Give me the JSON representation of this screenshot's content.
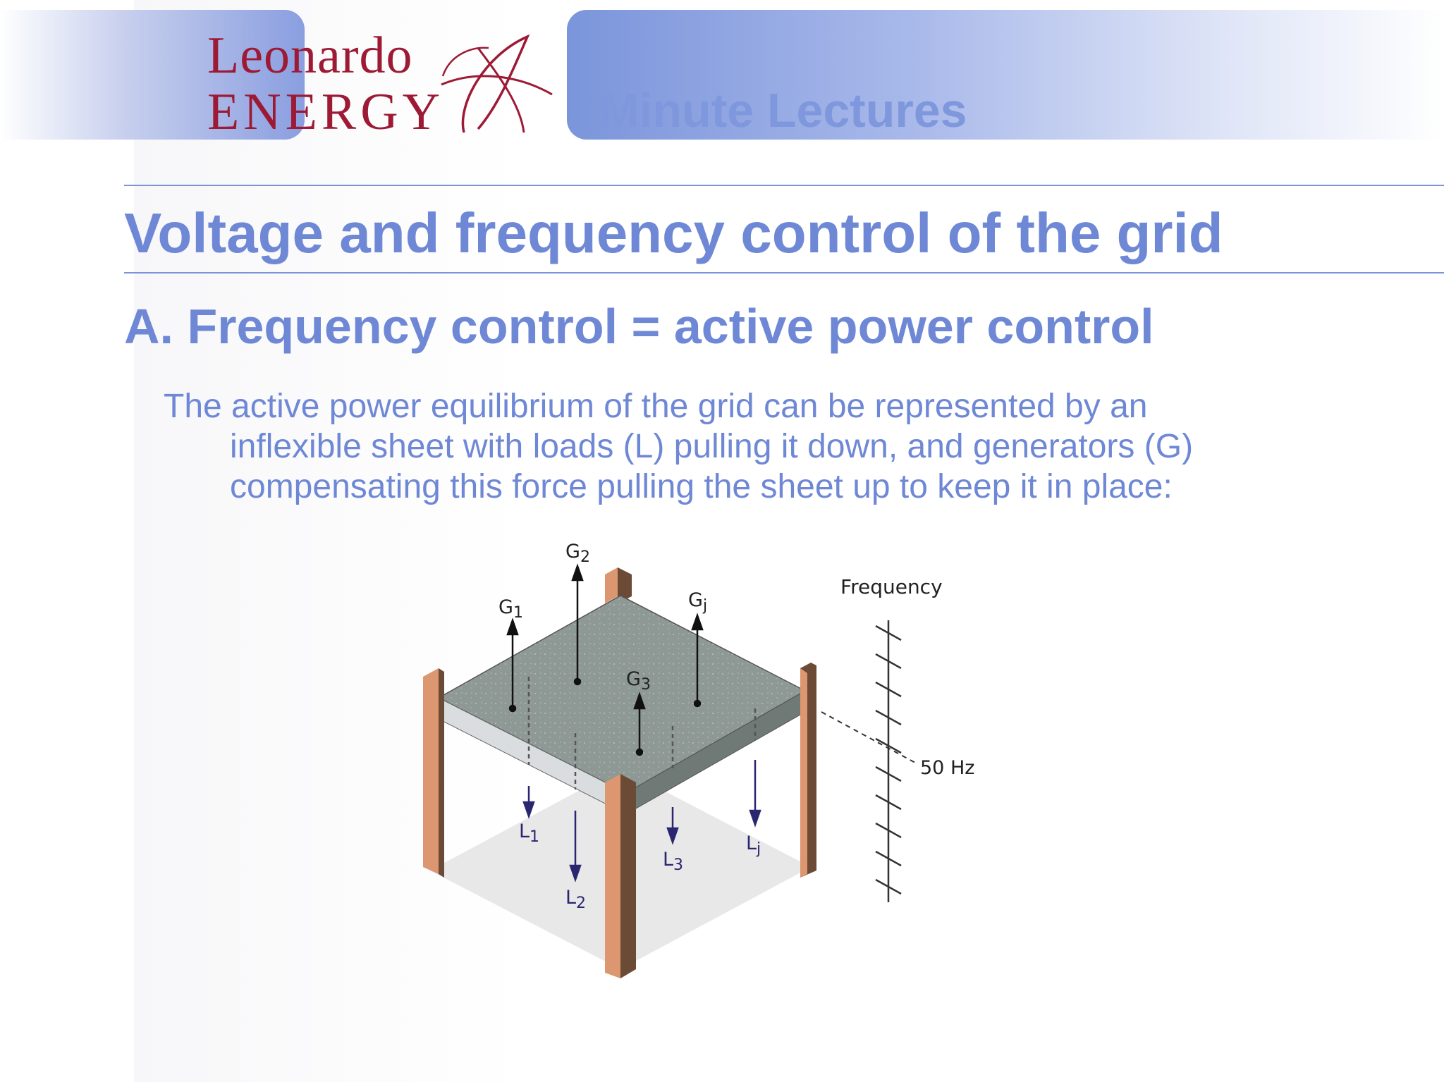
{
  "header": {
    "logo_line1": "Leonardo",
    "logo_line2": "ENERGY",
    "band_title": "Minute Lectures"
  },
  "slide": {
    "title": "Voltage and frequency control of the grid",
    "subtitle": "A. Frequency control = active power control",
    "body_lines": [
      "The active power equilibrium of the grid can be represented by an",
      "inflexible sheet with loads (L) pulling it down, and generators (G)",
      "compensating this force pulling the sheet up to keep it in place:"
    ]
  },
  "diagram": {
    "generators": [
      {
        "base": "G",
        "sub": "1"
      },
      {
        "base": "G",
        "sub": "2"
      },
      {
        "base": "G",
        "sub": "3"
      },
      {
        "base": "G",
        "sub": "j"
      }
    ],
    "loads": [
      {
        "base": "L",
        "sub": "1"
      },
      {
        "base": "L",
        "sub": "2"
      },
      {
        "base": "L",
        "sub": "3"
      },
      {
        "base": "L",
        "sub": "j"
      }
    ],
    "frequency_label": "Frequency",
    "frequency_value": "50 Hz"
  },
  "colors": {
    "title_blue": "#6f88d6",
    "logo_red": "#9d1a35",
    "sheet_grey": "#8e9894",
    "post_orange": "#dc9670",
    "post_dark": "#6b4a36",
    "load_arrow": "#2a2670"
  }
}
